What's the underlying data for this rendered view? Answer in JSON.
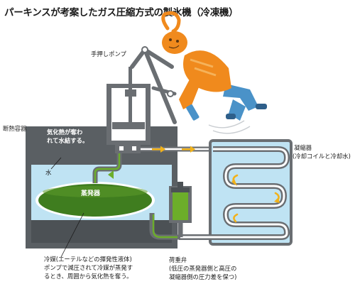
{
  "title": "パーキンスが考案したガス圧縮方式の製氷機（冷凍機）",
  "labels": {
    "hand_pump": "手押しポンプ",
    "insulated_container": "断熱容器",
    "heat_taken_line1": "気化熱が奪わ",
    "heat_taken_line2": "れて水結する。",
    "water": "水",
    "evaporator": "蒸発器",
    "condenser_name": "凝縮器",
    "condenser_detail": "(冷却コイルと冷却水)",
    "valve_name": "荷重弁",
    "valve_line1": "(低圧の蒸発器側と高圧の",
    "valve_line2": "凝縮器側の圧力差を保つ)",
    "refrigerant_line1": "冷媒(エーテルなどの揮発性液体)",
    "refrigerant_line2": "ポンプで減圧されて冷媒が蒸発す",
    "refrigerant_line3": "るとき、周囲から気化熱を奪う。"
  },
  "colors": {
    "water": "#bfe3f3",
    "container": "#555a5e",
    "pump": "#6a6e72",
    "liquid": "#3f7d1f",
    "liquid_light": "#6cae2a",
    "flow_arrow": "#f2b21a",
    "person": "#f08a1d",
    "pants": "#4a92c8"
  },
  "icons": {
    "flow": "arrow-right-icon",
    "person": "pumping-person-icon"
  }
}
